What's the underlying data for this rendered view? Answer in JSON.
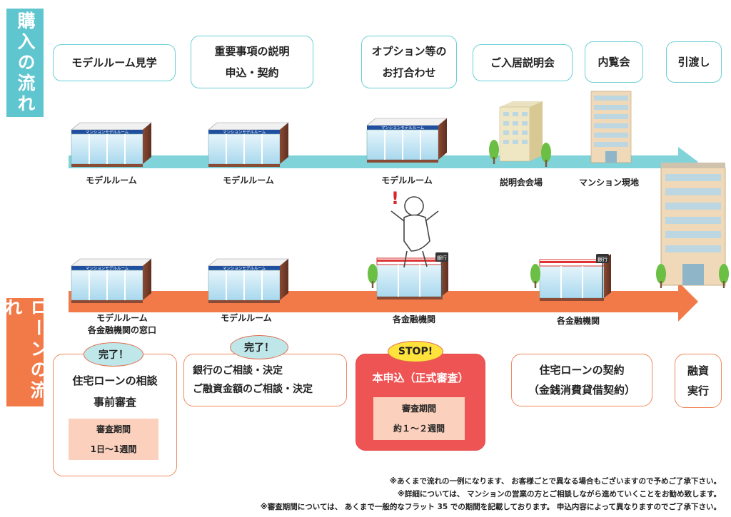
{
  "purchase_flow": {
    "side_label": "購入の流れ",
    "steps": [
      {
        "lines": [
          "モデルルーム見学"
        ]
      },
      {
        "lines": [
          "重要事項の説明",
          "申込・契約"
        ]
      },
      {
        "lines": [
          "オプション等の",
          "お打合わせ"
        ]
      },
      {
        "lines": [
          "ご入居説明会"
        ]
      },
      {
        "lines": [
          "内覧会"
        ]
      },
      {
        "lines": [
          "引渡し"
        ]
      }
    ],
    "locations": [
      "モデルルーム",
      "モデルルーム",
      "モデルルーム",
      "説明会会場",
      "マンション現地"
    ]
  },
  "building_sign": "マンションモデルルーム",
  "bank_sign": "銀行",
  "alert_mark": "!",
  "loan_flow": {
    "side_label": "ローンの流れ",
    "locations": [
      {
        "lines": [
          "モデルルーム",
          "各金融機関の窓口"
        ]
      },
      {
        "lines": [
          "モデルルーム"
        ]
      },
      {
        "lines": [
          "各金融機関"
        ]
      },
      {
        "lines": [
          "各金融機関"
        ]
      }
    ],
    "steps": [
      {
        "badge": "完了！",
        "lines": [
          "住宅ローンの相談",
          "事前審査"
        ],
        "period_label": "審査期間",
        "period_value": "1日～1週間"
      },
      {
        "badge": "完了！",
        "lines": [
          "銀行のご相談・決定",
          "ご融資金額のご相談・決定"
        ]
      },
      {
        "badge": "STOP!",
        "lines": [
          "本申込（正式審査）"
        ],
        "period_label": "審査期間",
        "period_value": "約１～２週間"
      },
      {
        "lines": [
          "住宅ローンの契約",
          "（金銭消費貸借契約）"
        ]
      },
      {
        "lines": [
          "融資",
          "実行"
        ]
      }
    ]
  },
  "notes": [
    "※あくまで流れの一例になります、 お客様ごとで異なる場合もございますので予めご了承下さい。",
    "※詳細については、 マンションの営業の方とご相談しながら進めていくことをお勧め致します。",
    "※審査期間については、 あくまで一般的なフラット 35 での期間を記載しております。 申込内容によって異なりますのでご了承下さい。"
  ],
  "colors": {
    "purchase_accent": "#5fc6cf",
    "purchase_arrow": "#7fd3d9",
    "loan_accent": "#f27a48",
    "loan_arrow": "#f27a48",
    "badge_done": "#bfe7ea",
    "badge_stop": "#ffe23c",
    "stop_box": "#ef5455",
    "period_bg": "#fbd0bd"
  }
}
